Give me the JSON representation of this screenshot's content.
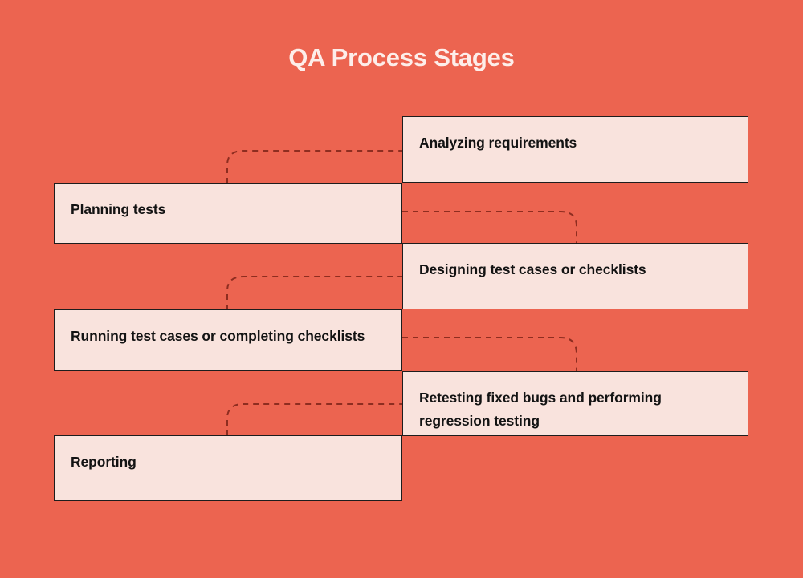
{
  "title": "QA Process Stages",
  "theme": {
    "background": "#ec6450",
    "box_fill": "#f9e3dd",
    "box_border": "#1d1d1d",
    "title_color": "#fdeeea",
    "text_color": "#131313",
    "connector_color": "#8e2d20"
  },
  "stages": [
    {
      "id": "analyzing",
      "label": "Analyzing requirements",
      "column": "right"
    },
    {
      "id": "planning",
      "label": "Planning tests",
      "column": "left"
    },
    {
      "id": "designing",
      "label": "Designing test cases or checklists",
      "column": "right"
    },
    {
      "id": "running",
      "label": "Running test cases or completing checklists",
      "column": "left"
    },
    {
      "id": "retesting",
      "label": "Retesting fixed bugs and performing regression testing",
      "column": "right"
    },
    {
      "id": "reporting",
      "label": "Reporting",
      "column": "left"
    }
  ],
  "connectors": [
    {
      "from": "planning",
      "to": "analyzing",
      "style": "dashed"
    },
    {
      "from": "planning",
      "to": "designing",
      "style": "dashed"
    },
    {
      "from": "running",
      "to": "designing",
      "style": "dashed"
    },
    {
      "from": "running",
      "to": "retesting",
      "style": "dashed"
    },
    {
      "from": "reporting",
      "to": "retesting",
      "style": "dashed"
    }
  ]
}
